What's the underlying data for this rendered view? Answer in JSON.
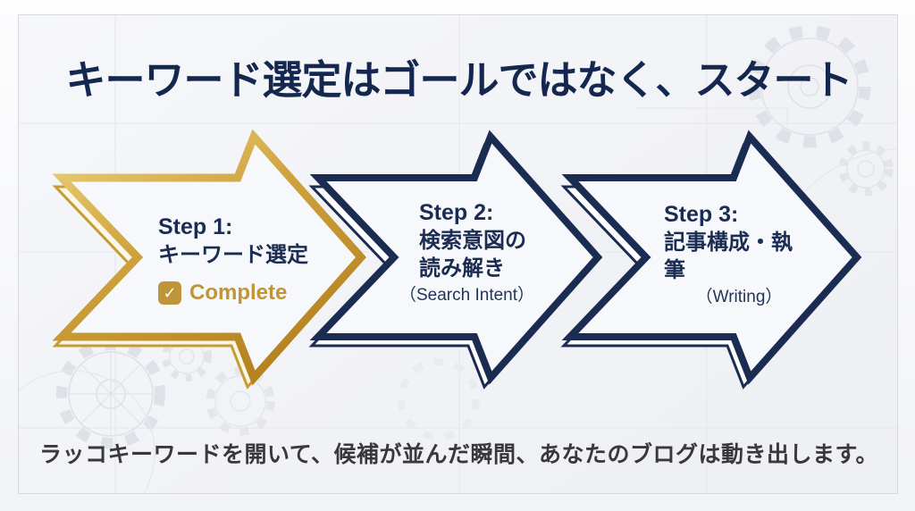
{
  "title": "キーワード選定はゴールではなく、スタート",
  "caption": "ラッコキーワードを開いて、候補が並んだ瞬間、あなたのブログは動き出します。",
  "colors": {
    "title_navy": "#14274e",
    "arrow_navy": "#1b2c52",
    "arrow_gold": "#c79b33",
    "gold_light": "#ecd27c",
    "badge_gold": "#c0953a",
    "caption_gray": "#39393b",
    "card_bg": "#f3f4f7"
  },
  "steps": [
    {
      "heading": "Step 1:",
      "lines": [
        "キーワード選定"
      ],
      "badge": {
        "icon": "check-square-icon",
        "check_glyph": "✓",
        "label": "Complete"
      },
      "accent": "gold"
    },
    {
      "heading": "Step 2:",
      "lines": [
        "検索意図の",
        "読み解き"
      ],
      "sub": "（Search Intent）",
      "accent": "navy"
    },
    {
      "heading": "Step 3:",
      "lines": [
        "記事構成・執",
        "筆"
      ],
      "sub": "（Writing）",
      "accent": "navy"
    }
  ]
}
